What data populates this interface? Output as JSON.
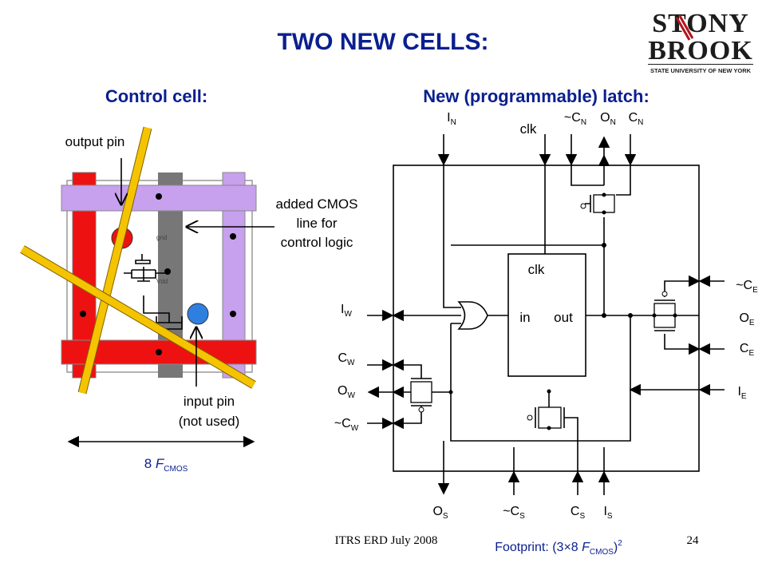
{
  "title": "TWO NEW CELLS:",
  "logo": {
    "line1": "STONY",
    "line2": "BROOK",
    "subtitle": "STATE UNIVERSITY OF NEW YORK",
    "colors": {
      "text": "#1c1c1c",
      "accent": "#b3141c"
    }
  },
  "left": {
    "heading": "Control cell:",
    "output_pin": "output pin",
    "added_line": [
      "added CMOS",
      "line for",
      "control logic"
    ],
    "input_pin": [
      "input pin",
      "(not used)"
    ],
    "gnd": "gnd",
    "vdd": "Vdd",
    "dimension": {
      "prefix": "8 ",
      "f": "F",
      "sub": "CMOS"
    },
    "colors": {
      "red": "#ee1111",
      "gray": "#777777",
      "lavender": "#c7a0ee",
      "yellow": "#f5c400",
      "blue": "#2f7fe0"
    }
  },
  "right": {
    "heading": "New (programmable) latch:",
    "clk_top": "clk",
    "clk_inner": "clk",
    "in": "in",
    "out": "out",
    "pins_top": [
      {
        "main": "I",
        "sub": "N"
      },
      {
        "main": "~C",
        "sub": "N"
      },
      {
        "main": "O",
        "sub": "N"
      },
      {
        "main": "C",
        "sub": "N"
      }
    ],
    "pins_left": [
      {
        "main": "I",
        "sub": "W"
      },
      {
        "main": "C",
        "sub": "W"
      },
      {
        "main": "O",
        "sub": "W"
      },
      {
        "main": "~C",
        "sub": "W"
      }
    ],
    "pins_right": [
      {
        "main": "~C",
        "sub": "E"
      },
      {
        "main": "O",
        "sub": "E"
      },
      {
        "main": "C",
        "sub": "E"
      },
      {
        "main": "I",
        "sub": "E"
      }
    ],
    "pins_bottom": [
      {
        "main": "O",
        "sub": "S"
      },
      {
        "main": "~C",
        "sub": "S"
      },
      {
        "main": "C",
        "sub": "S"
      },
      {
        "main": "I",
        "sub": "S"
      }
    ],
    "footprint": {
      "prefix": "Footprint: (3×8 ",
      "f": "F",
      "sub": "CMOS",
      "suffix": ")",
      "sup": "2"
    }
  },
  "footer": {
    "left": "ITRS ERD July 2008",
    "page": "24"
  }
}
